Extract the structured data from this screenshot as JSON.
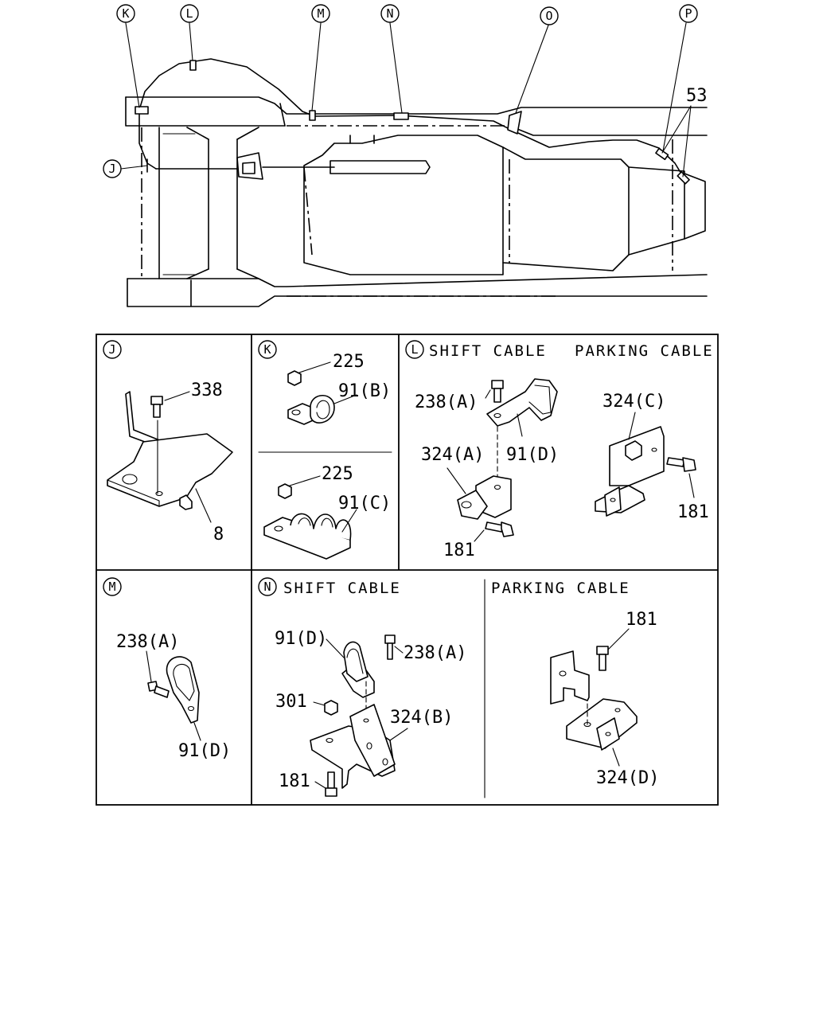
{
  "overview": {
    "callouts": [
      "K",
      "L",
      "M",
      "N",
      "O",
      "P",
      "J"
    ],
    "part_53": "53"
  },
  "panels": {
    "J": {
      "letter": "J",
      "labels": [
        "338",
        "8"
      ]
    },
    "K": {
      "letter": "K",
      "top_labels": [
        "225",
        "91(B)"
      ],
      "bottom_labels": [
        "225",
        "91(C)"
      ]
    },
    "L": {
      "letter": "L",
      "title_shift": "SHIFT CABLE",
      "title_parking": "PARKING CABLE",
      "shift_labels": [
        "238(A)",
        "324(A)",
        "91(D)",
        "181"
      ],
      "parking_labels": [
        "324(C)",
        "181"
      ]
    },
    "M": {
      "letter": "M",
      "labels": [
        "238(A)",
        "91(D)"
      ]
    },
    "N": {
      "letter": "N",
      "title_shift": "SHIFT CABLE",
      "title_parking": "PARKING CABLE",
      "shift_labels": [
        "91(D)",
        "238(A)",
        "301",
        "324(B)",
        "181"
      ],
      "parking_labels": [
        "181",
        "324(D)"
      ]
    }
  }
}
